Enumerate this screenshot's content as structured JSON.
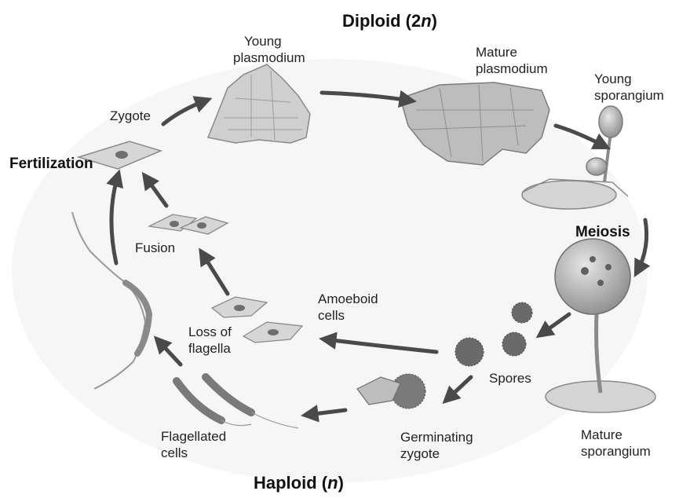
{
  "header": {
    "title_main": "Diploid (2",
    "title_italic": "n",
    "title_end": ")"
  },
  "footer": {
    "title_main": "Haploid (",
    "title_italic": "n",
    "title_end": ")"
  },
  "stages": {
    "zygote": "Zygote",
    "fertilization": "Fertilization",
    "young_plasmodium_1": "Young",
    "young_plasmodium_2": "plasmodium",
    "mature_plasmodium_1": "Mature",
    "mature_plasmodium_2": "plasmodium",
    "young_sporangium_1": "Young",
    "young_sporangium_2": "sporangium",
    "meiosis": "Meiosis",
    "mature_sporangium_1": "Mature",
    "mature_sporangium_2": "sporangium",
    "spores": "Spores",
    "germinating_zygote_1": "Germinating",
    "germinating_zygote_2": "zygote",
    "flagellated_cells_1": "Flagellated",
    "flagellated_cells_2": "cells",
    "amoeboid_cells_1": "Amoeboid",
    "amoeboid_cells_2": "cells",
    "loss_of_flagella_1": "Loss of",
    "loss_of_flagella_2": "flagella",
    "fusion": "Fusion"
  },
  "colors": {
    "arrow": "#4a4a4a",
    "cell_fill": "#d9d9d9",
    "cell_stroke": "#8a8a8a",
    "nucleus": "#6f6f6f",
    "plasmodium": "#bdbdbd"
  }
}
